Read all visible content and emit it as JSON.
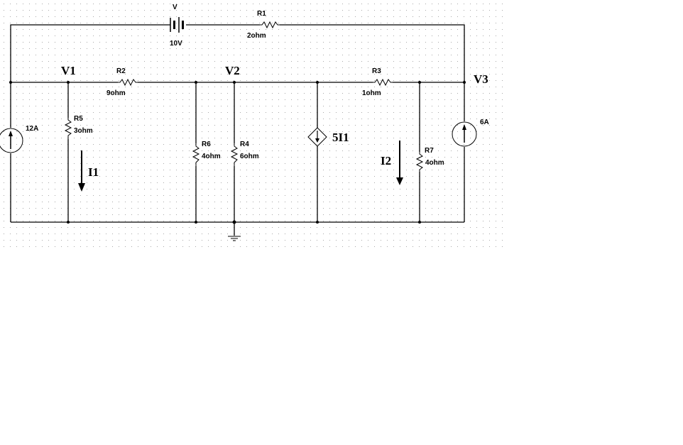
{
  "schematic": {
    "nodes": {
      "v1": "V1",
      "v2": "V2",
      "v3": "V3"
    },
    "battery": {
      "name": "V",
      "value": "10V"
    },
    "resistors": {
      "r1": {
        "name": "R1",
        "value": "2ohm"
      },
      "r2": {
        "name": "R2",
        "value": "9ohm"
      },
      "r3": {
        "name": "R3",
        "value": "1ohm"
      },
      "r4": {
        "name": "R4",
        "value": "6ohm"
      },
      "r5": {
        "name": "R5",
        "value": "3ohm"
      },
      "r6": {
        "name": "R6",
        "value": "4ohm"
      },
      "r7": {
        "name": "R7",
        "value": "4ohm"
      }
    },
    "current_sources": {
      "left": {
        "value": "12A"
      },
      "right": {
        "value": "6A"
      }
    },
    "dependent_source": {
      "value": "5I1"
    },
    "currents": {
      "i1": "I1",
      "i2": "I2"
    }
  }
}
